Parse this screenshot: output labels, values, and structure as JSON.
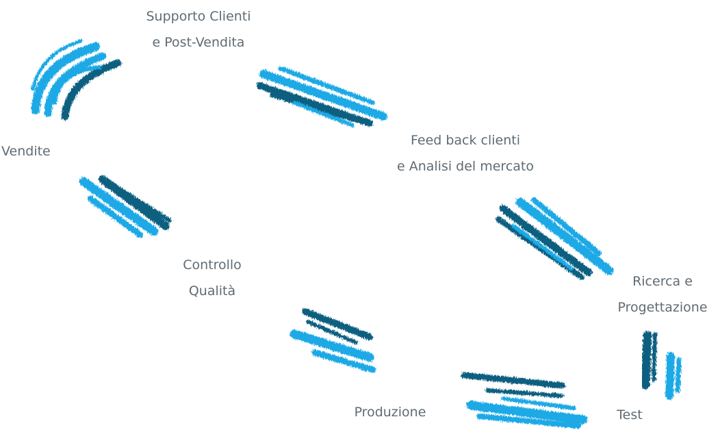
{
  "stages": {
    "supporto": {
      "line1": "Supporto Clienti",
      "line2": "e Post-Vendita"
    },
    "vendite": {
      "line1": "Vendite"
    },
    "feedback": {
      "line1": "Feed back clienti",
      "line2": "e Analisi del mercato"
    },
    "ricerca": {
      "line1": "Ricerca e",
      "line2": "Progettazione"
    },
    "controllo": {
      "line1": "Controllo",
      "line2": "Qualità"
    },
    "produzione": {
      "line1": "Produzione"
    },
    "test": {
      "line1": "Test"
    }
  },
  "colors": {
    "light_stroke": "#1aa9e6",
    "dark_stroke": "#0d5f80",
    "label_text": "#5f6b73"
  }
}
